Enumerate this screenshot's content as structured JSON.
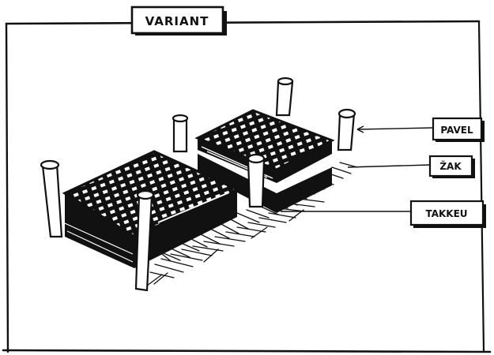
{
  "title": "VARIANT",
  "labels": {
    "top": "PAVEL",
    "middle": "ŽAK",
    "bottom": "TAKKEU"
  }
}
